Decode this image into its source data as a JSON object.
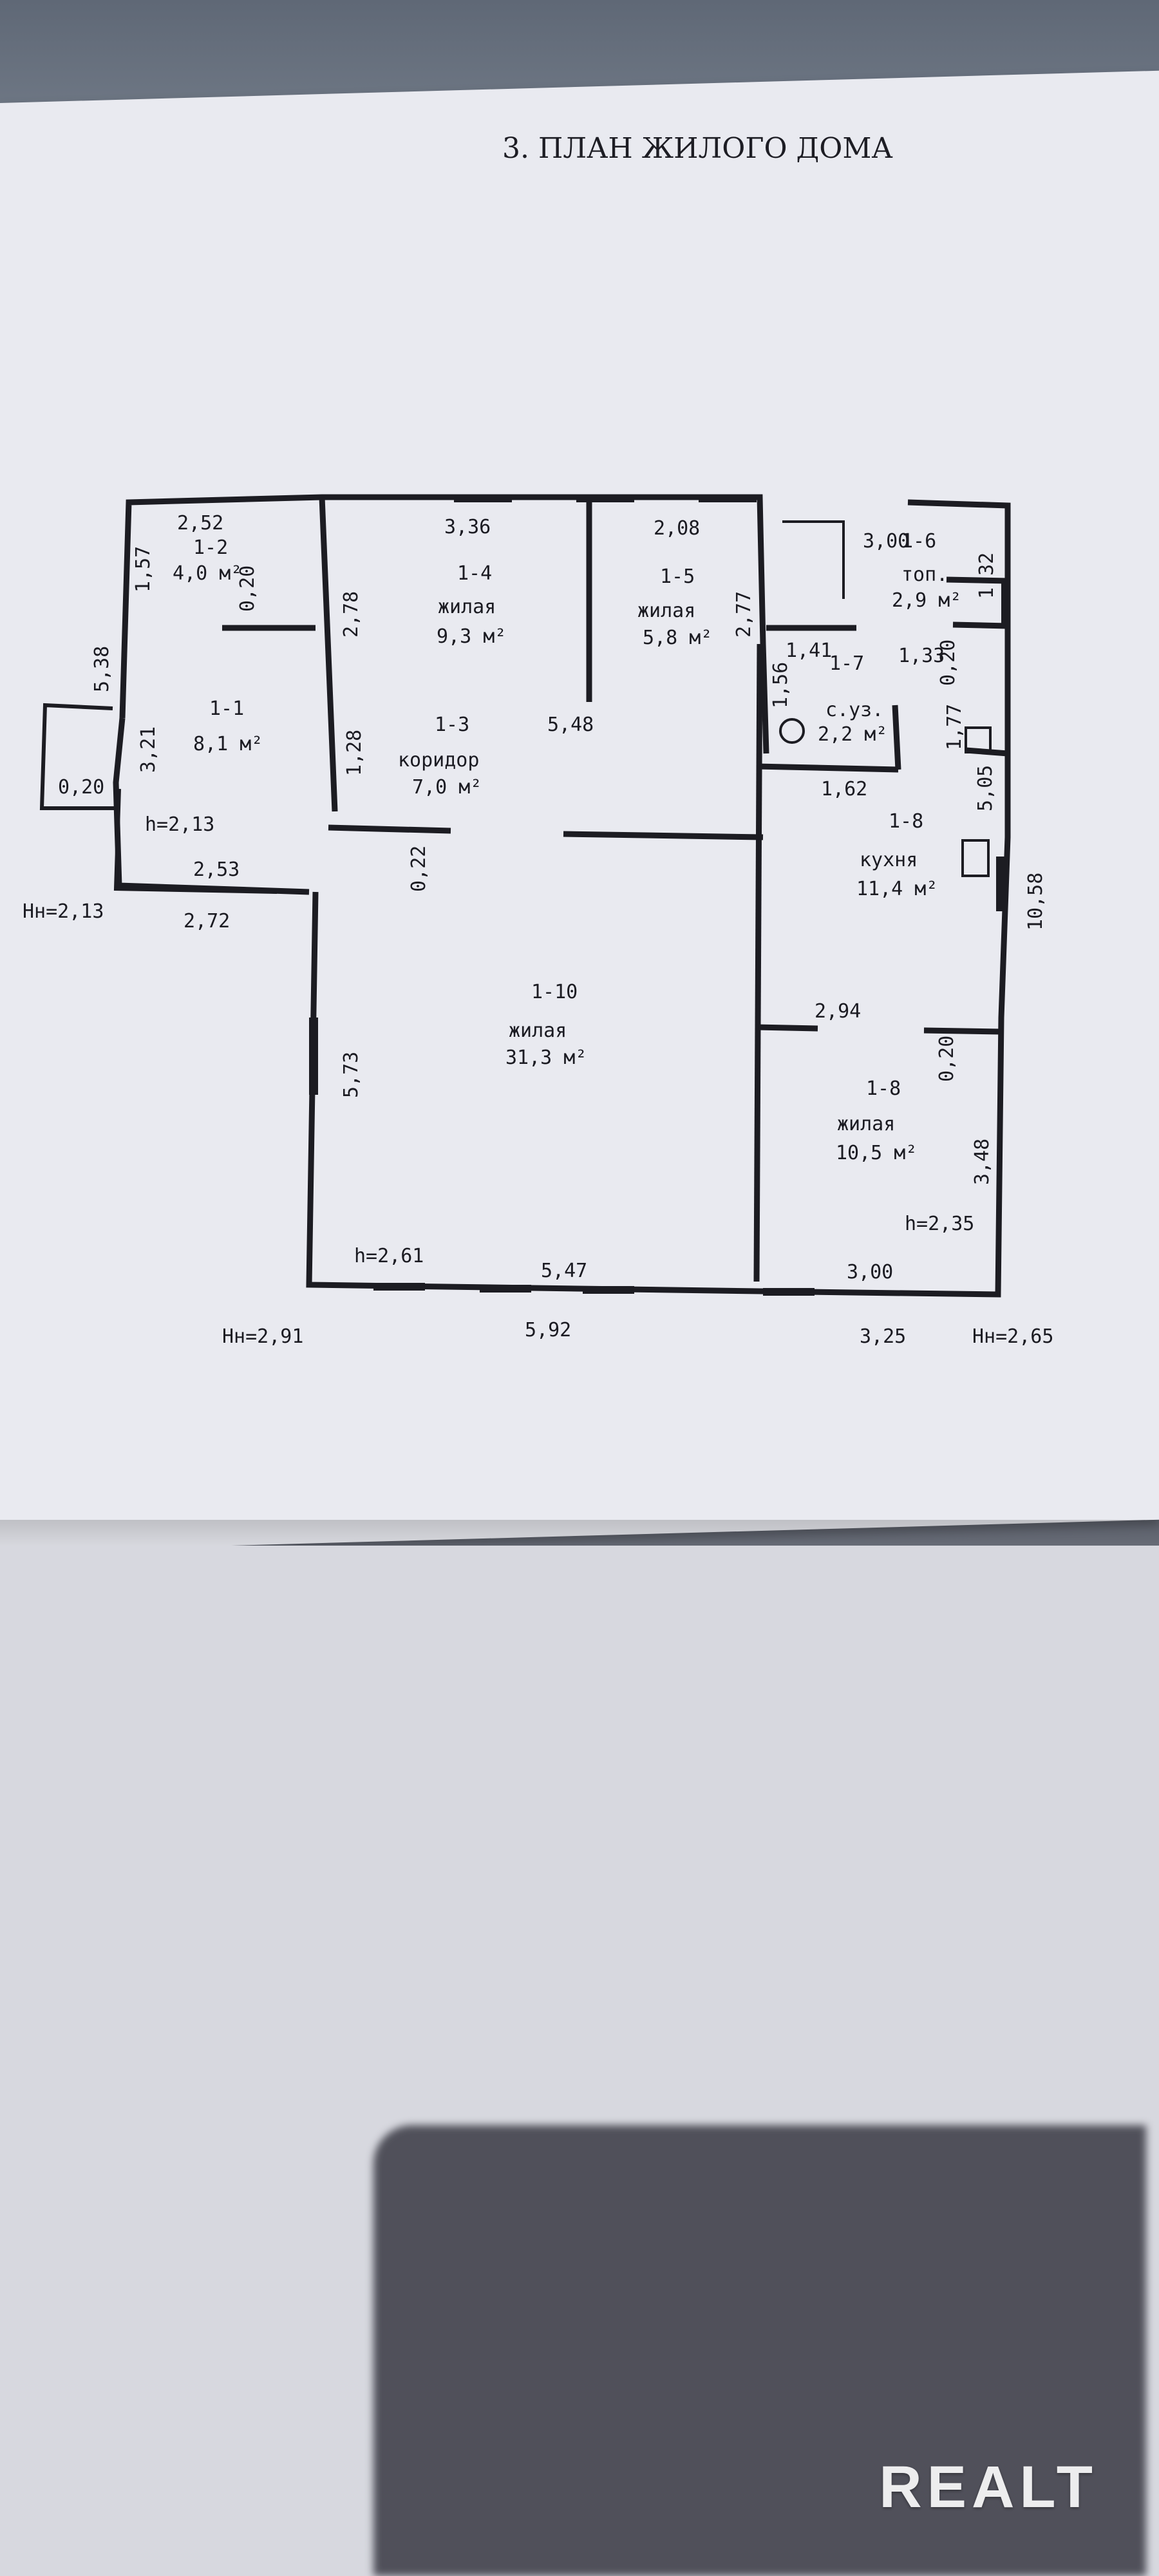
{
  "page": {
    "title": "3. ПЛАН ЖИЛОГО ДОМА",
    "watermark": "REALT"
  },
  "rooms": {
    "r12": {
      "id": "1-2",
      "area": "4,0 м²"
    },
    "r11": {
      "id": "1-1",
      "area": "8,1 м²"
    },
    "r14": {
      "id": "1-4",
      "type": "жилая",
      "area": "9,3 м²"
    },
    "r15": {
      "id": "1-5",
      "type": "жилая",
      "area": "5,8 м²"
    },
    "r16": {
      "id": "1-6",
      "type": "топ.",
      "area": "2,9 м²"
    },
    "r17": {
      "id": "1-7",
      "type": "с.уз.",
      "area": "2,2 м²"
    },
    "r13": {
      "id": "1-3",
      "type": "коридор",
      "area": "7,0 м²"
    },
    "r18k": {
      "id": "1-8",
      "type": "кухня",
      "area": "11,4 м²"
    },
    "r110": {
      "id": "1-10",
      "type": "жилая",
      "area": "31,3 м²"
    },
    "r18l": {
      "id": "1-8",
      "type": "жилая",
      "area": "10,5 м²"
    }
  },
  "dims": {
    "d252": "2,52",
    "d157": "1,57",
    "d020a": "0,20",
    "d538": "5,38",
    "d336": "3,36",
    "d208": "2,08",
    "d300": "3,00",
    "d132": "1,32",
    "d278": "2,78",
    "d277": "2,77",
    "d141": "1,41",
    "d133": "1,33",
    "d020b": "0,20",
    "d156": "1,56",
    "d548": "5,48",
    "d177": "1,77",
    "d321": "3,21",
    "d128": "1,28",
    "d020c": "0,20",
    "d162": "1,62",
    "d505": "5,05",
    "d253": "2,53",
    "d272": "2,72",
    "d022": "0,22",
    "d1058": "10,58",
    "d573": "5,73",
    "d294": "2,94",
    "d020d": "0,20",
    "d348": "3,48",
    "d547": "5,47",
    "d592": "5,92",
    "d300b": "3,00",
    "d325": "3,25"
  },
  "heights": {
    "h213": "h=2,13",
    "hn213": "Hн=2,13",
    "h261": "h=2,61",
    "h235": "h=2,35",
    "hn291": "Hн=2,91",
    "hn265": "Hн=2,65"
  }
}
